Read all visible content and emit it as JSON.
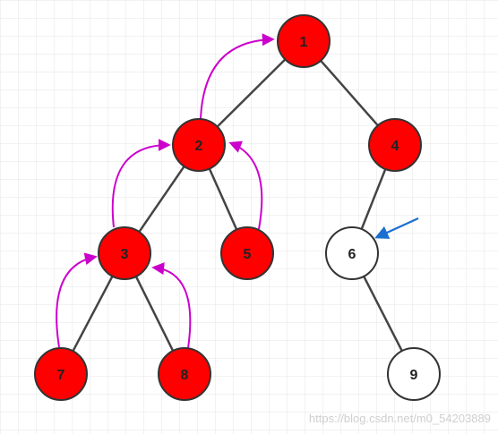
{
  "colors": {
    "visited_fill": "#ff0000",
    "unvisited_fill": "#ffffff",
    "node_stroke": "#333333",
    "edge": "#444444",
    "backtrack_arrow": "#cc00cc",
    "pointer_arrow": "#1a6fd0",
    "grid": "#e6e6e6",
    "watermark": "#cfcfcf"
  },
  "nodes": [
    {
      "id": "n1",
      "label": "1",
      "state": "visited"
    },
    {
      "id": "n2",
      "label": "2",
      "state": "visited"
    },
    {
      "id": "n4",
      "label": "4",
      "state": "visited"
    },
    {
      "id": "n3",
      "label": "3",
      "state": "visited"
    },
    {
      "id": "n5",
      "label": "5",
      "state": "visited"
    },
    {
      "id": "n6",
      "label": "6",
      "state": "unvisited"
    },
    {
      "id": "n7",
      "label": "7",
      "state": "visited"
    },
    {
      "id": "n8",
      "label": "8",
      "state": "visited"
    },
    {
      "id": "n9",
      "label": "9",
      "state": "unvisited"
    }
  ],
  "edges": [
    {
      "from": "n1",
      "to": "n2"
    },
    {
      "from": "n1",
      "to": "n4"
    },
    {
      "from": "n2",
      "to": "n3"
    },
    {
      "from": "n2",
      "to": "n5"
    },
    {
      "from": "n4",
      "to": "n6"
    },
    {
      "from": "n3",
      "to": "n7"
    },
    {
      "from": "n3",
      "to": "n8"
    },
    {
      "from": "n6",
      "to": "n9"
    }
  ],
  "backtrack_arrows": [
    {
      "from": "n2",
      "to": "n1"
    },
    {
      "from": "n3",
      "to": "n2"
    },
    {
      "from": "n5",
      "to": "n2"
    },
    {
      "from": "n7",
      "to": "n3"
    },
    {
      "from": "n8",
      "to": "n3"
    }
  ],
  "pointer_target": "n6",
  "watermark": "https://blog.csdn.net/m0_54203889"
}
